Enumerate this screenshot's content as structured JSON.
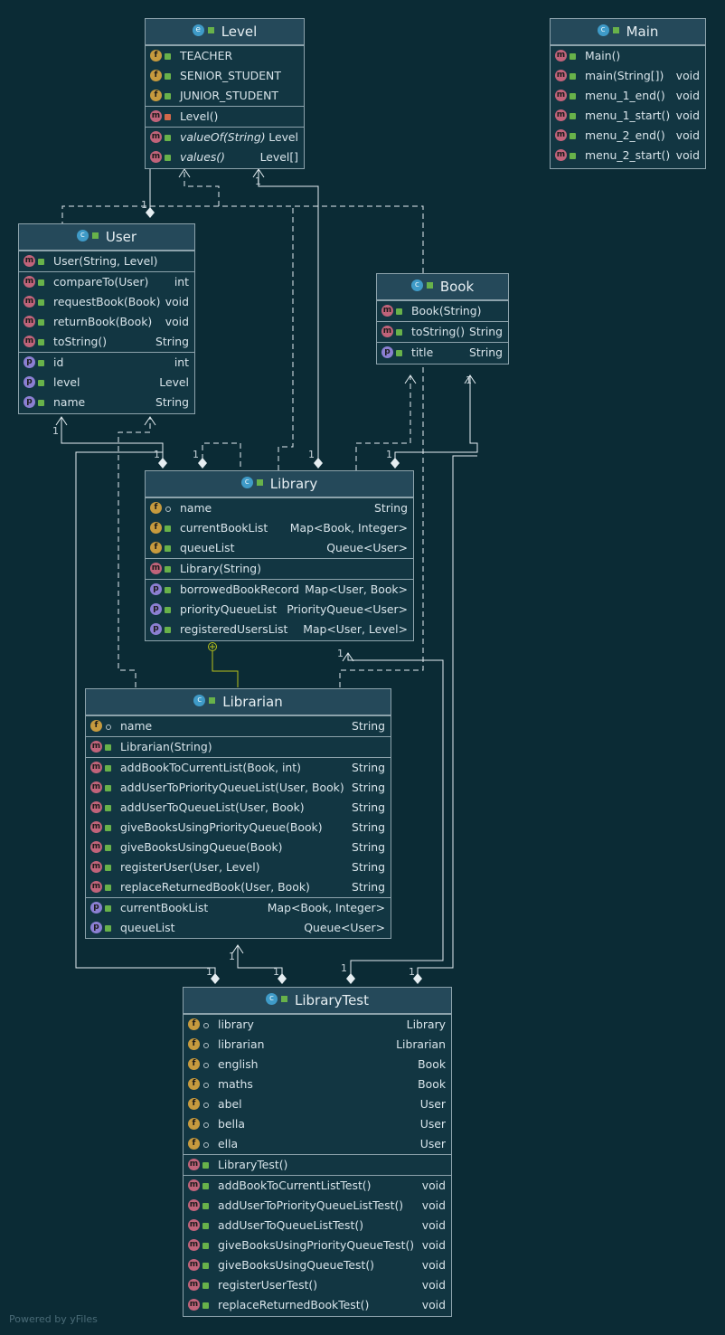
{
  "classes": {
    "level": {
      "title": "Level",
      "fields": [
        {
          "name": "TEACHER"
        },
        {
          "name": "SENIOR_STUDENT"
        },
        {
          "name": "JUNIOR_STUDENT"
        }
      ],
      "constructors": [
        {
          "name": "Level()"
        }
      ],
      "methods": [
        {
          "name": "valueOf(String)",
          "type": "Level"
        },
        {
          "name": "values()",
          "type": "Level[]"
        }
      ]
    },
    "main": {
      "title": "Main",
      "methods": [
        {
          "name": "Main()",
          "type": ""
        },
        {
          "name": "main(String[])",
          "type": "void"
        },
        {
          "name": "menu_1_end()",
          "type": "void"
        },
        {
          "name": "menu_1_start()",
          "type": "void"
        },
        {
          "name": "menu_2_end()",
          "type": "void"
        },
        {
          "name": "menu_2_start()",
          "type": "void"
        }
      ]
    },
    "user": {
      "title": "User",
      "constructors": [
        {
          "name": "User(String, Level)"
        }
      ],
      "methods": [
        {
          "name": "compareTo(User)",
          "type": "int"
        },
        {
          "name": "requestBook(Book)",
          "type": "void"
        },
        {
          "name": "returnBook(Book)",
          "type": "void"
        },
        {
          "name": "toString()",
          "type": "String"
        }
      ],
      "properties": [
        {
          "name": "id",
          "type": "int"
        },
        {
          "name": "level",
          "type": "Level"
        },
        {
          "name": "name",
          "type": "String"
        }
      ]
    },
    "book": {
      "title": "Book",
      "constructors": [
        {
          "name": "Book(String)"
        }
      ],
      "methods": [
        {
          "name": "toString()",
          "type": "String"
        }
      ],
      "properties": [
        {
          "name": "title",
          "type": "String"
        }
      ]
    },
    "library": {
      "title": "Library",
      "fields": [
        {
          "name": "name",
          "type": "String"
        },
        {
          "name": "currentBookList",
          "type": "Map<Book, Integer>"
        },
        {
          "name": "queueList",
          "type": "Queue<User>"
        }
      ],
      "constructors": [
        {
          "name": "Library(String)"
        }
      ],
      "properties": [
        {
          "name": "borrowedBookRecord",
          "type": "Map<User, Book>"
        },
        {
          "name": "priorityQueueList",
          "type": "PriorityQueue<User>"
        },
        {
          "name": "registeredUsersList",
          "type": "Map<User, Level>"
        }
      ]
    },
    "librarian": {
      "title": "Librarian",
      "fields": [
        {
          "name": "name",
          "type": "String"
        }
      ],
      "constructors": [
        {
          "name": "Librarian(String)"
        }
      ],
      "methods": [
        {
          "name": "addBookToCurrentList(Book, int)",
          "type": "String"
        },
        {
          "name": "addUserToPriorityQueueList(User, Book)",
          "type": "String"
        },
        {
          "name": "addUserToQueueList(User, Book)",
          "type": "String"
        },
        {
          "name": "giveBooksUsingPriorityQueue(Book)",
          "type": "String"
        },
        {
          "name": "giveBooksUsingQueue(Book)",
          "type": "String"
        },
        {
          "name": "registerUser(User, Level)",
          "type": "String"
        },
        {
          "name": "replaceReturnedBook(User, Book)",
          "type": "String"
        }
      ],
      "properties": [
        {
          "name": "currentBookList",
          "type": "Map<Book, Integer>"
        },
        {
          "name": "queueList",
          "type": "Queue<User>"
        }
      ]
    },
    "librarytest": {
      "title": "LibraryTest",
      "fields": [
        {
          "name": "library",
          "type": "Library"
        },
        {
          "name": "librarian",
          "type": "Librarian"
        },
        {
          "name": "english",
          "type": "Book"
        },
        {
          "name": "maths",
          "type": "Book"
        },
        {
          "name": "abel",
          "type": "User"
        },
        {
          "name": "bella",
          "type": "User"
        },
        {
          "name": "ella",
          "type": "User"
        }
      ],
      "constructors": [
        {
          "name": "LibraryTest()"
        }
      ],
      "methods": [
        {
          "name": "addBookToCurrentListTest()",
          "type": "void"
        },
        {
          "name": "addUserToPriorityQueueListTest()",
          "type": "void"
        },
        {
          "name": "addUserToQueueListTest()",
          "type": "void"
        },
        {
          "name": "giveBooksUsingPriorityQueueTest()",
          "type": "void"
        },
        {
          "name": "giveBooksUsingQueueTest()",
          "type": "void"
        },
        {
          "name": "registerUserTest()",
          "type": "void"
        },
        {
          "name": "replaceReturnedBookTest()",
          "type": "void"
        }
      ]
    }
  },
  "multiplicities": {
    "one": "1"
  },
  "icons": {
    "method": "m",
    "field": "f",
    "property": "p",
    "class": "c",
    "enum": "e"
  },
  "colors": {
    "background": "#0b2b35",
    "box": "#123642",
    "header": "#25495a",
    "edge": "#e6eef2",
    "dependency": "#e6eef2",
    "inner_class": "#b8c21a"
  },
  "footer": "Powered by yFiles"
}
